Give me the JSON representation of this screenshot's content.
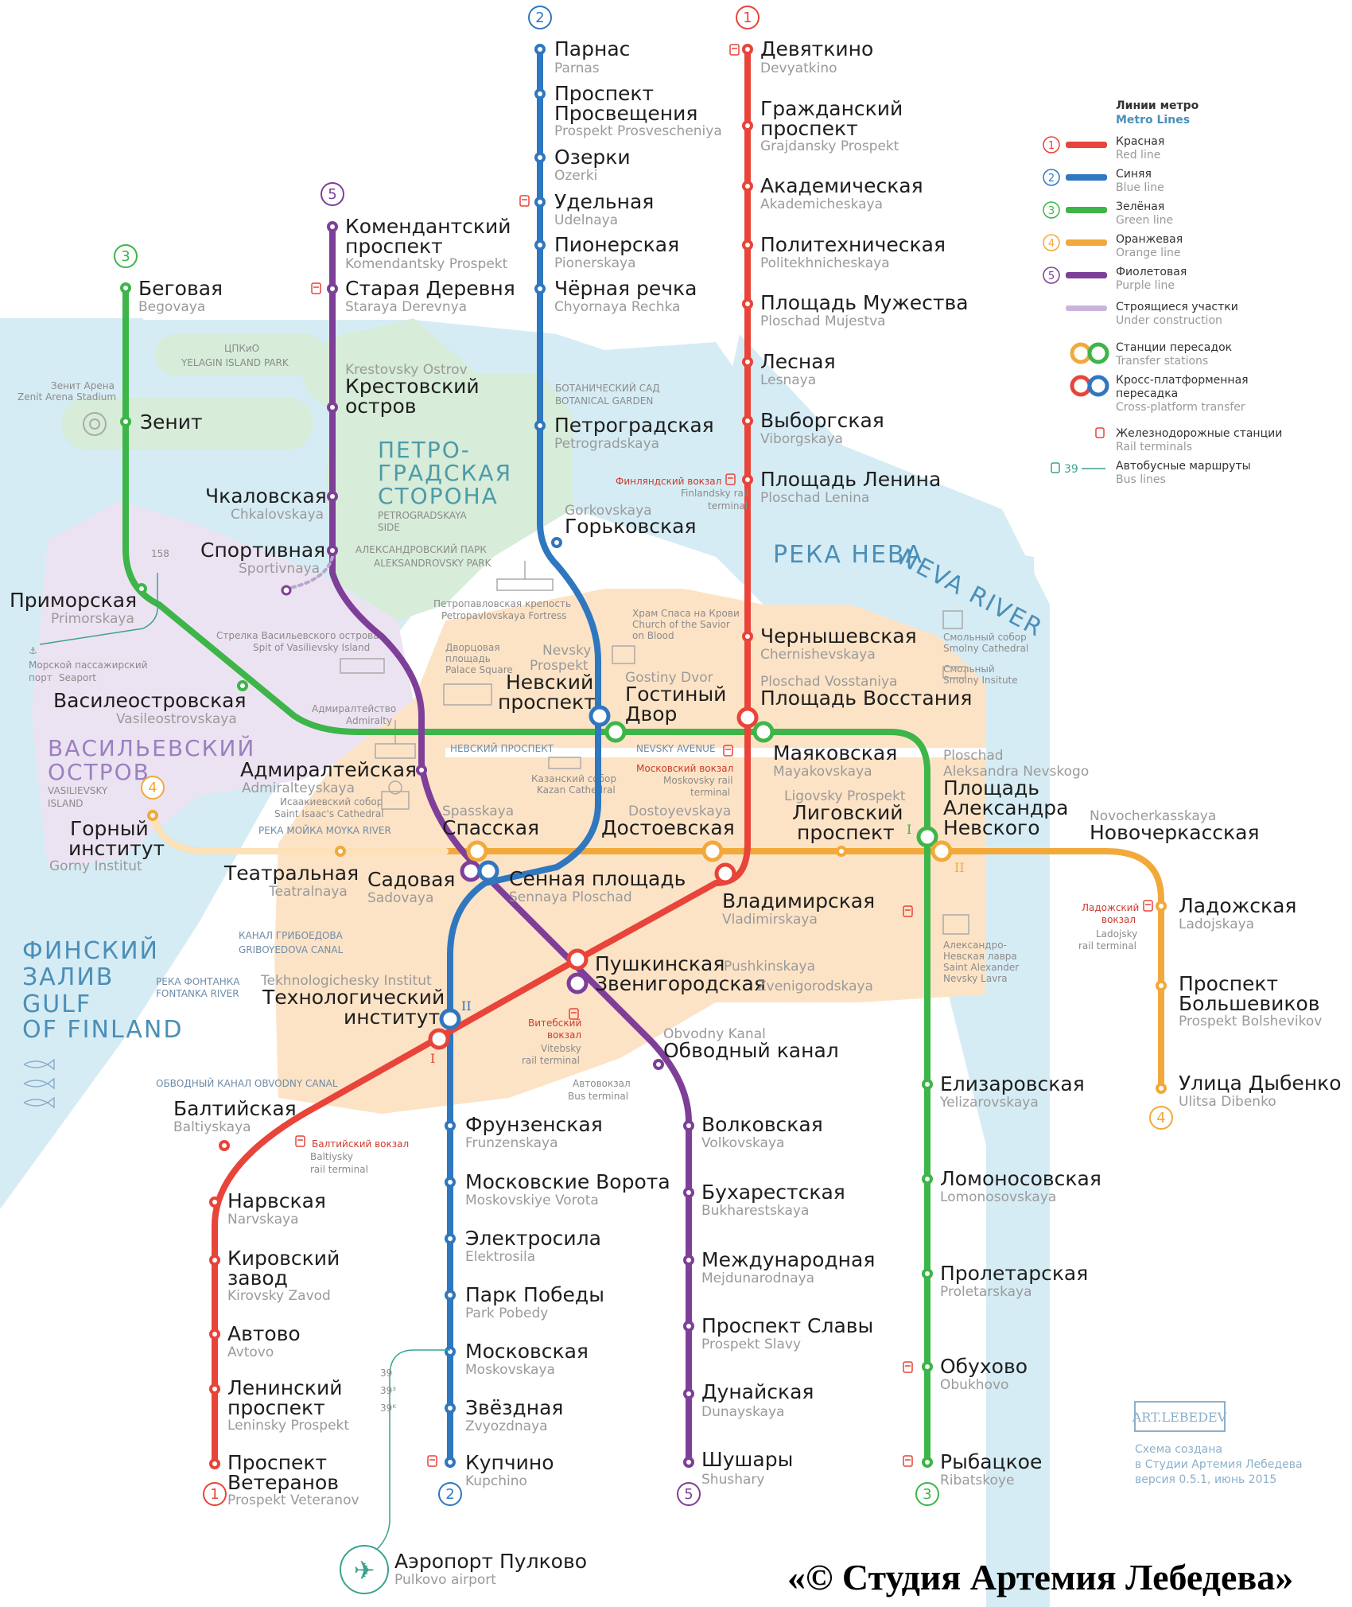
{
  "colors": {
    "red": "#e8443a",
    "blue": "#2f77bf",
    "green": "#3db549",
    "orange": "#f2a93b",
    "purple": "#7e3f98",
    "water": "#d6ecf4",
    "land": "#ffffff",
    "center": "#fde3c6",
    "vas": "#ece3f2",
    "petro": "#d7ecd9"
  },
  "line_numbers": {
    "red": "1",
    "blue": "2",
    "green": "3",
    "orange": "4",
    "purple": "5"
  },
  "stations": {
    "devyatkino": {
      "ru": "Девяткино",
      "en": "Devyatkino"
    },
    "grazhdansky": {
      "ru1": "Гражданский",
      "ru2": "проспект",
      "en": "Grajdansky Prospekt"
    },
    "akademicheskaya": {
      "ru": "Академическая",
      "en": "Akademicheskaya"
    },
    "politekhnicheskaya": {
      "ru": "Политехническая",
      "en": "Politekhnicheskaya"
    },
    "muzhestva": {
      "ru": "Площадь Мужества",
      "en": "Ploschad Mujestva"
    },
    "lesnaya": {
      "ru": "Лесная",
      "en": "Lesnaya"
    },
    "vyborgskaya": {
      "ru": "Выборгская",
      "en": "Viborgskaya"
    },
    "lenina": {
      "ru": "Площадь Ленина",
      "en": "Ploschad Lenina"
    },
    "chernyshevskaya": {
      "ru": "Чернышевская",
      "en": "Chernishevskaya"
    },
    "vosstaniya": {
      "ru": "Площадь Восстания",
      "en": "Ploschad Vosstaniya"
    },
    "vladimirskaya": {
      "ru": "Владимирская",
      "en": "Vladimirskaya"
    },
    "pushkinskaya": {
      "ru": "Пушкинская",
      "en": "Pushkinskaya"
    },
    "tekhnolog": {
      "ru1": "Технологический",
      "ru2": "институт",
      "en": "Tekhnologichesky Institut"
    },
    "baltiyskaya": {
      "ru": "Балтийская",
      "en": "Baltiyskaya"
    },
    "narvskaya": {
      "ru": "Нарвская",
      "en": "Narvskaya"
    },
    "kirovsky": {
      "ru1": "Кировский",
      "ru2": "завод",
      "en": "Kirovsky Zavod"
    },
    "avtovo": {
      "ru": "Автово",
      "en": "Avtovo"
    },
    "leninsky": {
      "ru1": "Ленинский",
      "ru2": "проспект",
      "en": "Leninsky Prospekt"
    },
    "veteranov": {
      "ru1": "Проспект",
      "ru2": "Ветеранов",
      "en": "Prospekt Veteranov"
    },
    "parnas": {
      "ru": "Парнас",
      "en": "Parnas"
    },
    "prosvescheniya": {
      "ru1": "Проспект",
      "ru2": "Просвещения",
      "en": "Prospekt Prosvescheniya"
    },
    "ozerki": {
      "ru": "Озерки",
      "en": "Ozerki"
    },
    "udelnaya": {
      "ru": "Удельная",
      "en": "Udelnaya"
    },
    "pionerskaya": {
      "ru": "Пионерская",
      "en": "Pionerskaya"
    },
    "chernaya": {
      "ru": "Чёрная речка",
      "en": "Chyornaya Rechka"
    },
    "petrogradskaya": {
      "ru": "Петроградская",
      "en": "Petrogradskaya"
    },
    "gorkovskaya": {
      "ru": "Горьковская",
      "en": "Gorkovskaya"
    },
    "nevsky": {
      "ru1": "Невский",
      "ru2": "проспект",
      "en1": "Nevsky",
      "en2": "Prospekt"
    },
    "sennaya": {
      "ru": "Сенная площадь",
      "en": "Sennaya Ploschad"
    },
    "frunzenskaya": {
      "ru": "Фрунзенская",
      "en": "Frunzenskaya"
    },
    "moskvorota": {
      "ru": "Московские Ворота",
      "en": "Moskovskiye Vorota"
    },
    "elektrosila": {
      "ru": "Электросила",
      "en": "Elektrosila"
    },
    "parkpobedy": {
      "ru": "Парк Победы",
      "en": "Park Pobedy"
    },
    "moskovskaya": {
      "ru": "Московская",
      "en": "Moskovskaya"
    },
    "zvezdnaya": {
      "ru": "Звёздная",
      "en": "Zvyozdnaya"
    },
    "kupchino": {
      "ru": "Купчино",
      "en": "Kupchino"
    },
    "begovaya": {
      "ru": "Беговая",
      "en": "Begovaya"
    },
    "zenit": {
      "ru": "Зенит"
    },
    "primorskaya": {
      "ru": "Приморская",
      "en": "Primorskaya"
    },
    "vasileostrovskaya": {
      "ru": "Василеостровская",
      "en": "Vasileostrovskaya"
    },
    "gostiny": {
      "ru1": "Гостиный",
      "ru2": "Двор",
      "en": "Gostiny Dvor"
    },
    "mayakovskaya": {
      "ru": "Маяковская",
      "en": "Mayakovskaya"
    },
    "alnevskogo": {
      "ru1": "Площадь",
      "ru2": "Александра",
      "ru3": "Невского",
      "en1": "Ploschad",
      "en2": "Aleksandra Nevskogo"
    },
    "elizarovskaya": {
      "ru": "Елизаровская",
      "en": "Yelizarovskaya"
    },
    "lomonosovskaya": {
      "ru": "Ломоносовская",
      "en": "Lomonosovskaya"
    },
    "proletarskaya": {
      "ru": "Пролетарская",
      "en": "Proletarskaya"
    },
    "obukhovo": {
      "ru": "Обухово",
      "en": "Obukhovo"
    },
    "rybatskoye": {
      "ru": "Рыбацкое",
      "en": "Ribatskoye"
    },
    "gorny": {
      "ru1": "Горный",
      "ru2": "институт",
      "en": "Gorny Institut"
    },
    "spasskaya": {
      "ru": "Спасская",
      "en": "Spasskaya"
    },
    "dostoevskaya": {
      "ru": "Достоевская",
      "en": "Dostoyevskaya"
    },
    "ligovsky": {
      "ru1": "Лиговский",
      "ru2": "проспект",
      "en": "Ligovsky Prospekt"
    },
    "novocherkasskaya": {
      "ru": "Новочеркасская",
      "en": "Novocherkasskaya"
    },
    "ladozhskaya": {
      "ru": "Ладожская",
      "en": "Ladojskaya"
    },
    "bolshevikov": {
      "ru1": "Проспект",
      "ru2": "Большевиков",
      "en": "Prospekt Bolshevikov"
    },
    "dybenko": {
      "ru": "Улица Дыбенко",
      "en": "Ulitsa Dibenko"
    },
    "komendantsky": {
      "ru1": "Комендантский",
      "ru2": "проспект",
      "en": "Komendantsky Prospekt"
    },
    "staraya": {
      "ru": "Старая Деревня",
      "en": "Staraya Derevnya"
    },
    "krestovsky": {
      "ru1": "Крестовский",
      "ru2": "остров",
      "en": "Krestovsky Ostrov"
    },
    "chkalovskaya": {
      "ru": "Чкаловская",
      "en": "Chkalovskaya"
    },
    "sportivnaya": {
      "ru": "Спортивная",
      "en": "Sportivnaya"
    },
    "admiralteyskaya": {
      "ru": "Адмиралтейская",
      "en": "Admiralteyskaya"
    },
    "sadovaya": {
      "ru": "Садовая",
      "en": "Sadovaya"
    },
    "zvenigorodskaya": {
      "ru": "Звенигородская",
      "en": "Zvenigorodskaya"
    },
    "obvodny": {
      "ru": "Обводный канал",
      "en": "Obvodny Kanal"
    },
    "volkovskaya": {
      "ru": "Волковская",
      "en": "Volkovskaya"
    },
    "bukharestskaya": {
      "ru": "Бухарестская",
      "en": "Bukharestskaya"
    },
    "mezhdunarodnaya": {
      "ru": "Международная",
      "en": "Mejdunarodnaya"
    },
    "slavy": {
      "ru": "Проспект Славы",
      "en": "Prospekt Slavy"
    },
    "dunayskaya": {
      "ru": "Дунайская",
      "en": "Dunayskaya"
    },
    "shushary": {
      "ru": "Шушары",
      "en": "Shushary"
    },
    "teatralnaya": {
      "ru": "Театральная",
      "en": "Teatralnaya"
    },
    "pulkovo": {
      "ru": "Аэропорт Пулково",
      "en": "Pulkovo airport"
    }
  },
  "regions": {
    "petro1": "ПЕТРО-",
    "petro2": "ГРАДСКАЯ",
    "petro3": "СТОРОНА",
    "petro_en1": "PETROGRADSKAYA",
    "petro_en2": "SIDE",
    "vas1": "ВАСИЛЬЕВСКИЙ",
    "vas2": "ОСТРОВ",
    "vas_en1": "VASILIEVSKY",
    "vas_en2": "ISLAND",
    "gulf1": "ФИНСКИЙ",
    "gulf2": "ЗАЛИВ",
    "gulf_en1": "GULF",
    "gulf_en2": "OF FINLAND",
    "neva_ru": "РЕКА НЕВА",
    "neva_en": "NEVA RIVER",
    "tspkio": "ЦПКиО",
    "yelagin": "YELAGIN ISLAND PARK",
    "botan1": "БОТАНИЧЕСКИЙ САД",
    "botan2": "BOTANICAL GARDEN",
    "aleks1": "АЛЕКСАНДРОВСКИЙ ПАРК",
    "aleks2": "ALEKSANDROVSKY PARK",
    "zenit_arena1": "Зенит Арена",
    "zenit_arena2": "Zenit Arena Stadium"
  },
  "landmarks": {
    "petropavl1": "Петропавловская крепость",
    "petropavl2": "Petropavlovskaya Fortress",
    "strelka1": "Стрелка Васильевского острова",
    "strelka2": "Spit of Vasilievsky Island",
    "dvorts1": "Дворцовая",
    "dvorts2": "площадь",
    "dvorts3": "Palace Square",
    "admiralty1": "Адмиралтейство",
    "admiralty2": "Admiralty",
    "isaac1": "Исаакиевский собор",
    "isaac2": "Saint Isaac's Cathedral",
    "kazan1": "Казанский собор",
    "kazan2": "Kazan Cathedral",
    "spas1": "Храм Спаса на Крови",
    "spas2": "Church of the Savior",
    "spas3": "on Blood",
    "smolny1": "Смольный собор",
    "smolny2": "Smolny Cathedral",
    "smolnyi1": "Смольный",
    "smolnyi2": "Smolny Insitute",
    "lavra1": "Александро-",
    "lavra2": "Невская лавра",
    "lavra3": "Saint Alexander",
    "lavra4": "Nevsky Lavra",
    "seaport1": "Морской пассажирский",
    "seaport2": "порт",
    "seaport3": "Seaport",
    "bus158": "158",
    "bus39a": "39",
    "bus39b": "39³",
    "bus39c": "39ᴷ"
  },
  "rail": {
    "finl1": "Финляндский вокзал",
    "finl2": "Finlandsky rail",
    "finl3": "terminal",
    "mosk1": "Московский вокзал",
    "mosk2": "Moskovsky rail",
    "mosk3": "terminal",
    "ladoz1": "Ладожский",
    "ladoz2": "вокзал",
    "ladoz3": "Ladojsky",
    "ladoz4": "rail terminal",
    "vitebsk1": "Витебский",
    "vitebsk2": "вокзал",
    "vitebsk3": "Vitebsky",
    "vitebsk4": "rail terminal",
    "balt1": "Балтийский вокзал",
    "balt2": "Baltiysky",
    "balt3": "rail terminal",
    "avtovokzal1": "Автовокзал",
    "avtovokzal2": "Bus terminal"
  },
  "streets": {
    "nevsky_ru": "НЕВСКИЙ ПРОСПЕКТ",
    "nevsky_en": "NEVSKY AVENUE",
    "moika": "РЕКА МОЙКА  MOYKA RIVER",
    "griboedov1": "КАНАЛ ГРИБОЕДОВА",
    "griboedov2": "GRIBOYEDOVA CANAL",
    "fontanka1": "РЕКА ФОНТАНКА",
    "fontanka2": "FONTANKA RIVER",
    "obvodny": "ОБВОДНЫЙ КАНАЛ  OBVODNY CANAL"
  },
  "platform_marks": {
    "one": "I",
    "two": "II"
  },
  "legend": {
    "title_ru": "Линии метро",
    "title_en": "Metro Lines",
    "items": [
      {
        "ru": "Красная",
        "en": "Red line"
      },
      {
        "ru": "Синяя",
        "en": "Blue line"
      },
      {
        "ru": "Зелёная",
        "en": "Green line"
      },
      {
        "ru": "Оранжевая",
        "en": "Orange line"
      },
      {
        "ru": "Фиолетовая",
        "en": "Purple line"
      }
    ],
    "construction_ru": "Строящиеся участки",
    "construction_en": "Under construction",
    "transfer_ru": "Станции пересадок",
    "transfer_en": "Transfer stations",
    "cross_ru1": "Кросс-платформенная",
    "cross_ru2": "пересадка",
    "cross_en": "Cross-platform transfer",
    "rail_ru": "Железнодорожные станции",
    "rail_en": "Rail terminals",
    "bus_num": "39",
    "bus_ru": "Автобусные маршруты",
    "bus_en": "Bus lines"
  },
  "credit": {
    "logo": "ART.LEBEDEV",
    "line1": "Схема создана",
    "line2": "в Студии Артемия Лебедева",
    "line3": "версия 0.5.1, июнь 2015"
  },
  "copyright": "«© Студия Артемия Лебедева»"
}
